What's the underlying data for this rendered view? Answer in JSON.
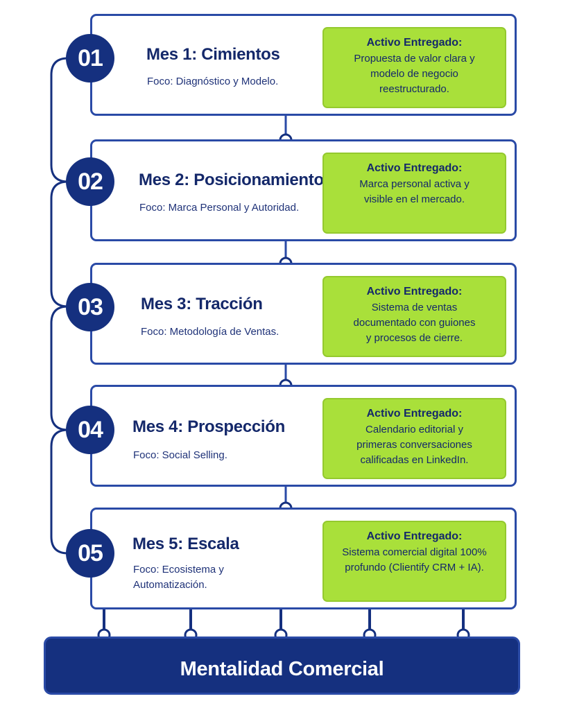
{
  "colors": {
    "primary": "#15307f",
    "border": "#2a4aa6",
    "accent": "#a9e03a",
    "text": "#14286a"
  },
  "steps": [
    {
      "number": "01",
      "title": "Mes 1: Cimientos",
      "focus": "Foco: Diagnóstico y Modelo.",
      "asset_heading": "Activo Entregado:",
      "asset_text": "Propuesta de valor clara y\nmodelo de negocio\nreestructurado."
    },
    {
      "number": "02",
      "title": "Mes 2: Posicionamiento",
      "focus": "Foco: Marca Personal y Autoridad.",
      "asset_heading": "Activo Entregado:",
      "asset_text": "Marca personal activa y\nvisible en el mercado."
    },
    {
      "number": "03",
      "title": "Mes 3: Tracción",
      "focus": "Foco: Metodología de Ventas.",
      "asset_heading": "Activo Entregado:",
      "asset_text": "Sistema de ventas\ndocumentado con guiones\ny procesos de cierre."
    },
    {
      "number": "04",
      "title": "Mes 4: Prospección",
      "focus": "Foco: Social Selling.",
      "asset_heading": "Activo Entregado:",
      "asset_text": "Calendario editorial y\nprimeras conversaciones\ncalificadas en LinkedIn."
    },
    {
      "number": "05",
      "title": "Mes 5: Escala",
      "focus": "Foco: Ecosistema y\nAutomatización.",
      "asset_heading": "Activo Entregado:",
      "asset_text": "Sistema comercial digital 100%\nprofundo (Clientify CRM + IA)."
    }
  ],
  "footer": {
    "label": "Mentalidad Comercial"
  }
}
